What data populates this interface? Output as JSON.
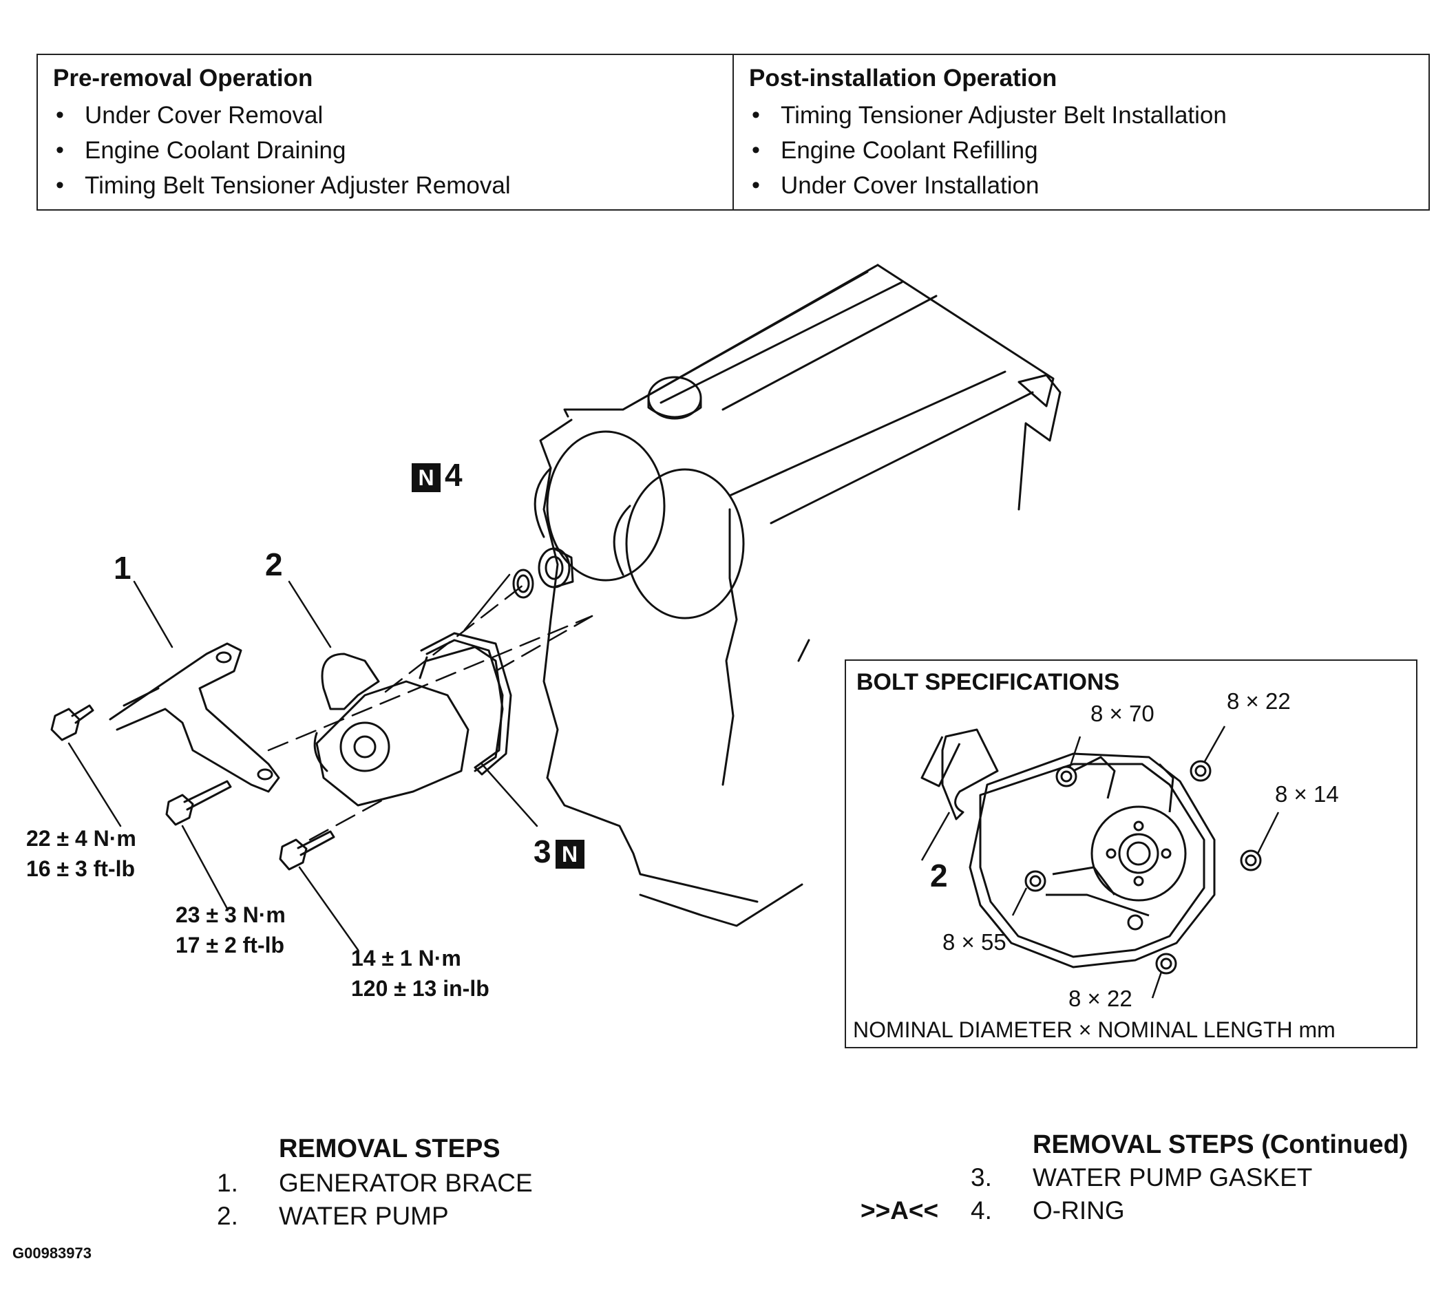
{
  "pre_removal": {
    "heading": "Pre-removal Operation",
    "items": [
      "Under Cover Removal",
      "Engine Coolant Draining",
      "Timing Belt Tensioner Adjuster Removal"
    ]
  },
  "post_installation": {
    "heading": "Post-installation Operation",
    "items": [
      "Timing Tensioner Adjuster Belt Installation",
      "Engine Coolant Refilling",
      "Under Cover Installation"
    ]
  },
  "callouts": {
    "part1": "1",
    "part2": "2",
    "part3": "3",
    "part4": "4",
    "new_part_mark": "N"
  },
  "torques": {
    "t1_nm": "22 ± 4 N·m",
    "t1_ft": "16 ± 3 ft-lb",
    "t2_nm": "23 ± 3 N·m",
    "t2_ft": "17 ± 2 ft-lb",
    "t3_nm": "14 ± 1 N·m",
    "t3_in": "120 ± 13 in-lb"
  },
  "bolt_specs": {
    "title": "BOLT SPECIFICATIONS",
    "spec_8x70": "8 × 70",
    "spec_8x22_top": "8 × 22",
    "spec_8x14": "8 × 14",
    "spec_8x55": "8 × 55",
    "spec_8x22_bottom": "8 × 22",
    "part_label": "2",
    "footer": "NOMINAL DIAMETER × NOMINAL LENGTH mm"
  },
  "removal_steps": {
    "heading": "REMOVAL STEPS",
    "steps": [
      {
        "num": "1.",
        "text": "GENERATOR BRACE"
      },
      {
        "num": "2.",
        "text": "WATER PUMP"
      }
    ]
  },
  "removal_steps_continued": {
    "heading": "REMOVAL STEPS  (Continued)",
    "steps": [
      {
        "num": "3.",
        "text": "WATER PUMP GASKET",
        "mark": ""
      },
      {
        "num": "4.",
        "text": "O-RING",
        "mark": ">>A<<"
      }
    ]
  },
  "figure_id": "G00983973"
}
